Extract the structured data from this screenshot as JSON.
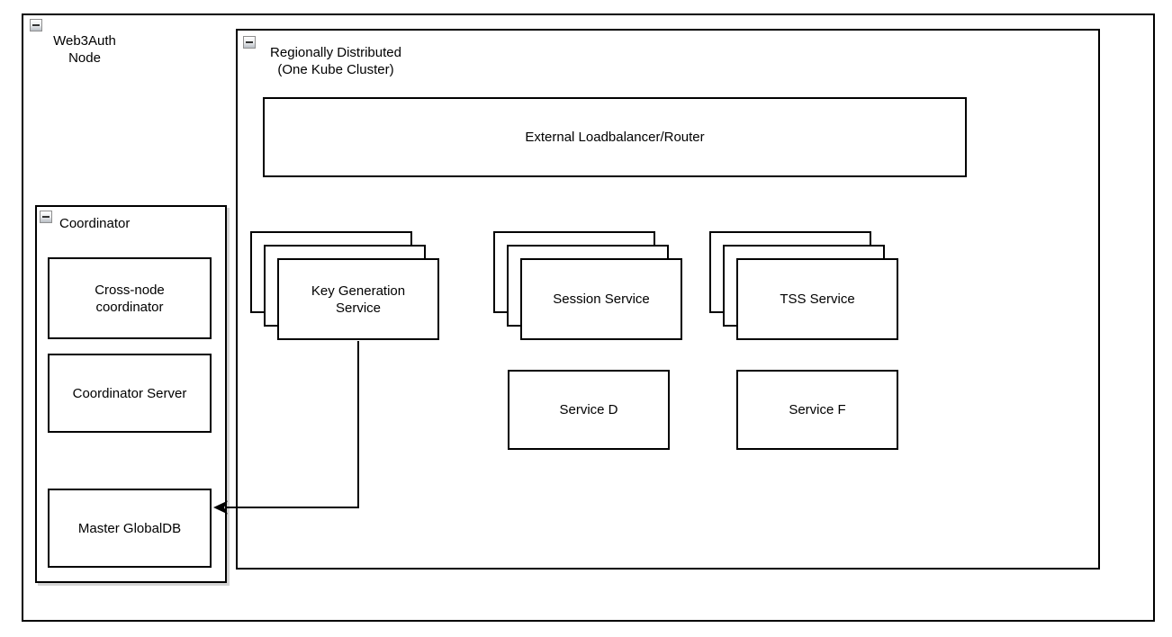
{
  "colors": {
    "border": "#000000",
    "canvas_bg": "#ffffff",
    "group_shadow": "#d4d4d4",
    "collapse_icon_border": "#8f8f8f"
  },
  "root_container": {
    "title": "Web3Auth Node"
  },
  "region": {
    "title": "Regionally Distributed (One Kube Cluster)",
    "loadbalancer_label": "External Loadbalancer/Router",
    "stacks": [
      {
        "label": "Key Generation Service",
        "copies": 3
      },
      {
        "label": "Session Service",
        "copies": 3
      },
      {
        "label": "TSS Service",
        "copies": 3
      }
    ],
    "services": [
      {
        "label": "Service D"
      },
      {
        "label": "Service F"
      }
    ]
  },
  "coordinator": {
    "title": "Coordinator",
    "boxes": [
      {
        "label": "Cross-node coordinator"
      },
      {
        "label": "Coordinator Server"
      },
      {
        "label": "Master GlobalDB"
      }
    ]
  },
  "edges": [
    {
      "from": "Key Generation Service",
      "to": "Master GlobalDB",
      "style": "arrow-left"
    }
  ],
  "icons": [
    {
      "name": "collapse-minus-icon",
      "glyph": "minus"
    }
  ]
}
